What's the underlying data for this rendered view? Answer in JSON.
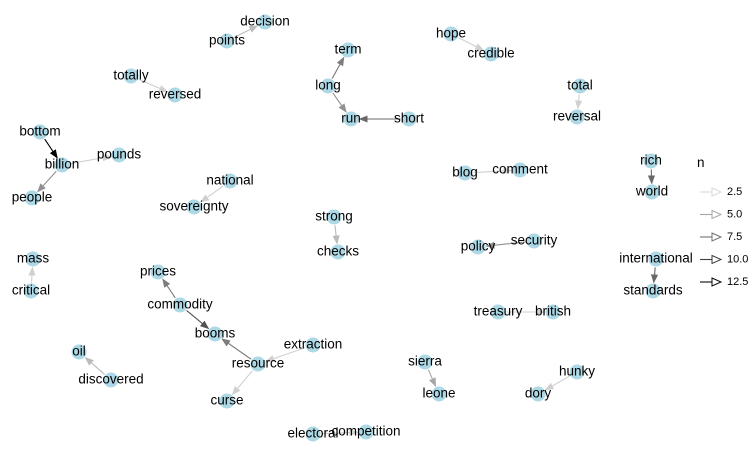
{
  "graph": {
    "nodes": [
      {
        "id": "decision"
      },
      {
        "id": "points"
      },
      {
        "id": "hope"
      },
      {
        "id": "credible"
      },
      {
        "id": "term"
      },
      {
        "id": "long"
      },
      {
        "id": "run"
      },
      {
        "id": "short"
      },
      {
        "id": "totally"
      },
      {
        "id": "reversed"
      },
      {
        "id": "total"
      },
      {
        "id": "reversal"
      },
      {
        "id": "bottom"
      },
      {
        "id": "billion"
      },
      {
        "id": "pounds"
      },
      {
        "id": "people"
      },
      {
        "id": "blog"
      },
      {
        "id": "comment"
      },
      {
        "id": "rich"
      },
      {
        "id": "world"
      },
      {
        "id": "national"
      },
      {
        "id": "sovereignty"
      },
      {
        "id": "strong"
      },
      {
        "id": "checks"
      },
      {
        "id": "security"
      },
      {
        "id": "policy"
      },
      {
        "id": "international"
      },
      {
        "id": "standards"
      },
      {
        "id": "mass"
      },
      {
        "id": "critical"
      },
      {
        "id": "prices"
      },
      {
        "id": "commodity"
      },
      {
        "id": "booms"
      },
      {
        "id": "extraction"
      },
      {
        "id": "resource"
      },
      {
        "id": "curse"
      },
      {
        "id": "treasury"
      },
      {
        "id": "british"
      },
      {
        "id": "oil"
      },
      {
        "id": "discovered"
      },
      {
        "id": "sierra"
      },
      {
        "id": "leone"
      },
      {
        "id": "hunky"
      },
      {
        "id": "dory"
      },
      {
        "id": "electoral"
      },
      {
        "id": "competition"
      }
    ],
    "edges": [
      {
        "from": "points",
        "to": "decision",
        "n": 4
      },
      {
        "from": "hope",
        "to": "credible",
        "n": 3
      },
      {
        "from": "long",
        "to": "term",
        "n": 7
      },
      {
        "from": "long",
        "to": "run",
        "n": 6
      },
      {
        "from": "short",
        "to": "run",
        "n": 8
      },
      {
        "from": "totally",
        "to": "reversed",
        "n": 3
      },
      {
        "from": "total",
        "to": "reversal",
        "n": 3
      },
      {
        "from": "bottom",
        "to": "billion",
        "n": 13
      },
      {
        "from": "billion",
        "to": "pounds",
        "n": 3
      },
      {
        "from": "billion",
        "to": "people",
        "n": 6
      },
      {
        "from": "blog",
        "to": "comment",
        "n": 3
      },
      {
        "from": "rich",
        "to": "world",
        "n": 8
      },
      {
        "from": "national",
        "to": "sovereignty",
        "n": 3
      },
      {
        "from": "strong",
        "to": "checks",
        "n": 4
      },
      {
        "from": "security",
        "to": "policy",
        "n": 6
      },
      {
        "from": "international",
        "to": "standards",
        "n": 8
      },
      {
        "from": "critical",
        "to": "mass",
        "n": 3
      },
      {
        "from": "commodity",
        "to": "prices",
        "n": 7
      },
      {
        "from": "commodity",
        "to": "booms",
        "n": 9
      },
      {
        "from": "resource",
        "to": "booms",
        "n": 7
      },
      {
        "from": "extraction",
        "to": "resource",
        "n": 3
      },
      {
        "from": "resource",
        "to": "curse",
        "n": 3
      },
      {
        "from": "treasury",
        "to": "british",
        "n": 3
      },
      {
        "from": "discovered",
        "to": "oil",
        "n": 4
      },
      {
        "from": "sierra",
        "to": "leone",
        "n": 5
      },
      {
        "from": "hunky",
        "to": "dory",
        "n": 3
      },
      {
        "from": "electoral",
        "to": "competition",
        "n": 3
      }
    ]
  },
  "legend": {
    "title": "n",
    "entries": [
      {
        "label": "2.5",
        "n": 2.5
      },
      {
        "label": "5.0",
        "n": 5.0
      },
      {
        "label": "7.5",
        "n": 7.5
      },
      {
        "label": "10.0",
        "n": 10.0
      },
      {
        "label": "12.5",
        "n": 12.5
      }
    ]
  },
  "colors": {
    "node": "#add8e6",
    "edge_low": "#dadada",
    "edge_high": "#000000",
    "background": "#ffffff"
  }
}
